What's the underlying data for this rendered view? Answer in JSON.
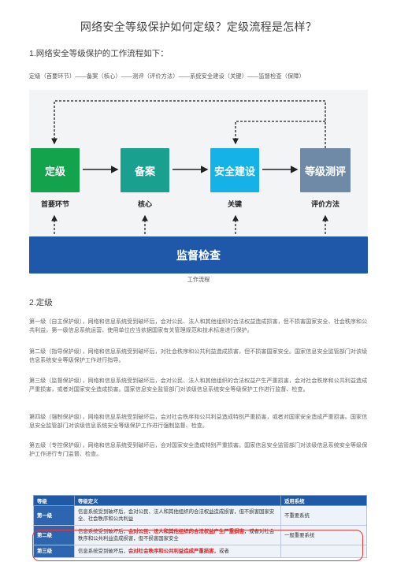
{
  "title": "网络安全等级保护如何定级？定级流程是怎样？",
  "section1": {
    "heading": "1.网络安全等级保护的工作流程如下：",
    "flow_text": "定级（首要环节）——备案（核心）——测评（评价方法）——系统安全建设（关键）——监督检查（保障）"
  },
  "diagram": {
    "boxes": [
      "定级",
      "备案",
      "安全建设",
      "等级测评",
      "监督检查"
    ],
    "labels": [
      "首要环节",
      "核心",
      "关键",
      "评价方法"
    ],
    "caption": "工作流程",
    "colors": {
      "green": "#13a34c",
      "teal": "#19a08e",
      "cyan": "#15b2e8",
      "grey": "#6e8aa6",
      "blue": "#1f58a8"
    }
  },
  "section2": {
    "heading": "2.定级",
    "paragraphs": [
      "第一级（自主保护级），网络和信息系统受到破坏后，会对公民、法人和其他组织的合法权益造成损害，但不损害国家安全、社会秩序和公共利益。第一级信息系统运营、使用单位应当依据国家有关管理规范和技术标准进行保护。",
      "第二级（指导保护级），网络和信息系统受到破坏后，对社会秩序和公共利益造成损害，但不损害国家安全。国家信息安全监管部门对该级信息系统安全等级保护工作进行指导。",
      "第三级（监督保护级），网络和信息系统受到破坏后，会对公民、法人和其他组织的合法权益产生严重损害，会对社会秩序和公共利益造成严重损害，或者对国家安全造成损害。国家信息安全监管部门对该级信息系统安全等级保护工作进行监督、检查。",
      "第四级（强制保护级），网络和信息系统受到破坏后，会对社会秩序和公共利益造成特别严重损害，或者对国家安全造成严重损害。国家信息安全监管部门对该级信息系统安全等级保护工作进行强制监督、检查。",
      "第五级（专控保护级），网络和信息系统受到破坏后，会对国家安全造成特别严重损害。国家信息安全监管部门对该级信息系统安全等级保护工作进行专门监督、检查。"
    ]
  },
  "table": {
    "headers": [
      "等级",
      "等级定义",
      "适用系统"
    ],
    "rows": [
      {
        "level": "第一级",
        "def_a": "信息系统受到破坏后，会对公民、法人和其他组织的合法权益造成损害，但不损害国家安全、社会秩序和公共利益",
        "def_hl": "",
        "def_b": "",
        "system": "不重要系统"
      },
      {
        "level": "第二级",
        "def_a": "信息系统受到破坏后，",
        "def_hl": "会对公民、法人和其他组织的合法权益产生严重损害，",
        "def_b": "或者对社会秩序和公共利益造成损害，但不损害国家安全",
        "system": "一般重要系统"
      },
      {
        "level": "第三级",
        "def_a": "信息系统受到破坏后，",
        "def_hl": "会对社会秩序和公共利益造成严重损害，",
        "def_b": "或者",
        "system": ""
      }
    ]
  }
}
